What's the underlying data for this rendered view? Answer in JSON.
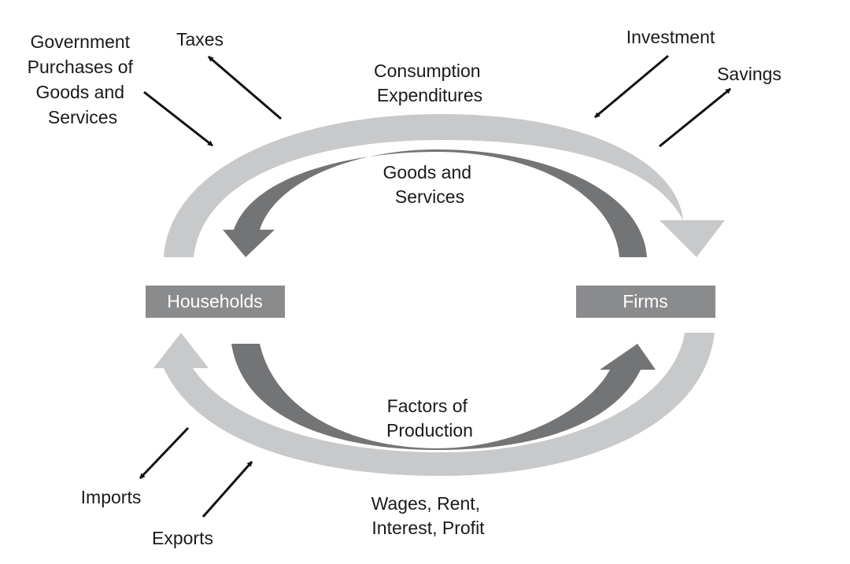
{
  "nodes": {
    "households": "Households",
    "firms": "Firms"
  },
  "flows": {
    "consumption": [
      "Consumption",
      "Expenditures"
    ],
    "goods_services": [
      "Goods and",
      "Services"
    ],
    "factors": [
      "Factors of",
      "Production"
    ],
    "income": [
      "Wages, Rent,",
      "Interest, Profit"
    ]
  },
  "injections_leakages": {
    "government": [
      "Government",
      "Purchases of",
      "Goods and",
      "Services"
    ],
    "taxes": "Taxes",
    "investment": "Investment",
    "savings": "Savings",
    "imports": "Imports",
    "exports": "Exports"
  },
  "colors": {
    "outer_flow": "#c8c9ca",
    "inner_flow": "#737476",
    "box": "#8a8b8d",
    "arrow": "#111111"
  }
}
